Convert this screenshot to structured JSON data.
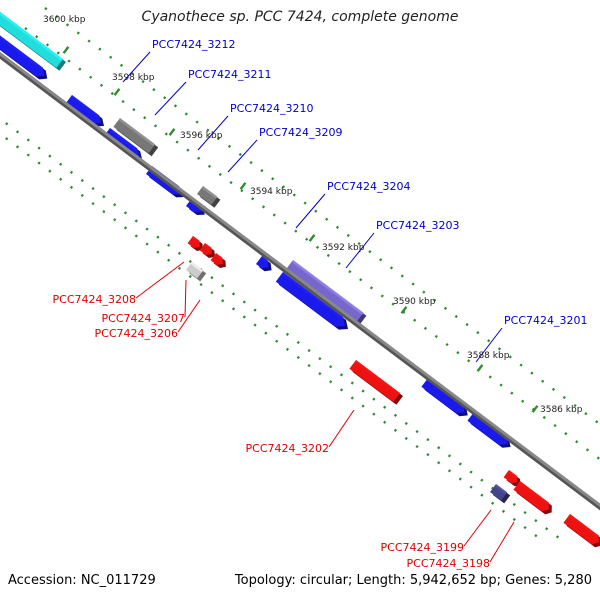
{
  "title": "Cyanothece sp. PCC 7424, complete genome",
  "footer": {
    "accession": "Accession: NC_011729",
    "summary": "Topology: circular; Length: 5,942,652 bp; Genes: 5,280"
  },
  "colors": {
    "background": "#ffffff",
    "backbone": "#888888",
    "tick": "#2e8b2e",
    "forward_label": "#0000cc",
    "reverse_label": "#dd0000",
    "gene_blue": "#1a1aee",
    "gene_red": "#ee1111",
    "gene_gray": "#777777",
    "gene_lightgray": "#cccccc",
    "gene_cyan": "#22dddd",
    "gene_purple": "#7766cc",
    "gene_navy": "#444488"
  },
  "ticks": [
    {
      "label": "3600 kbp"
    },
    {
      "label": "3598 kbp"
    },
    {
      "label": "3596 kbp"
    },
    {
      "label": "3594 kbp"
    },
    {
      "label": "3592 kbp"
    },
    {
      "label": "3590 kbp"
    },
    {
      "label": "3588 kbp"
    },
    {
      "label": "3586 kbp"
    }
  ],
  "genes": [
    {
      "color": "cyan",
      "strand": "forward"
    },
    {
      "color": "blue",
      "strand": "forward"
    },
    {
      "color": "blue",
      "strand": "forward"
    },
    {
      "color": "gray",
      "strand": "forward"
    },
    {
      "color": "blue",
      "strand": "forward"
    },
    {
      "color": "blue",
      "strand": "forward"
    },
    {
      "color": "gray",
      "strand": "forward"
    },
    {
      "color": "blue",
      "strand": "forward"
    },
    {
      "color": "red",
      "strand": "reverse"
    },
    {
      "color": "red",
      "strand": "reverse"
    },
    {
      "color": "red",
      "strand": "reverse"
    },
    {
      "color": "lightgray",
      "strand": "reverse"
    },
    {
      "color": "blue",
      "strand": "forward"
    },
    {
      "color": "purple",
      "strand": "forward"
    },
    {
      "color": "blue",
      "strand": "forward"
    },
    {
      "color": "red",
      "strand": "reverse"
    },
    {
      "color": "blue",
      "strand": "forward"
    },
    {
      "color": "blue",
      "strand": "forward"
    },
    {
      "color": "red",
      "strand": "reverse"
    },
    {
      "color": "navy",
      "strand": "forward"
    },
    {
      "color": "red",
      "strand": "reverse"
    },
    {
      "color": "red",
      "strand": "reverse"
    }
  ],
  "gene_labels": [
    {
      "text": "PCC7424_3212",
      "strand": "forward"
    },
    {
      "text": "PCC7424_3211",
      "strand": "forward"
    },
    {
      "text": "PCC7424_3210",
      "strand": "forward"
    },
    {
      "text": "PCC7424_3209",
      "strand": "forward"
    },
    {
      "text": "PCC7424_3204",
      "strand": "forward"
    },
    {
      "text": "PCC7424_3203",
      "strand": "forward"
    },
    {
      "text": "PCC7424_3201",
      "strand": "forward"
    },
    {
      "text": "PCC7424_3208",
      "strand": "reverse"
    },
    {
      "text": "PCC7424_3207",
      "strand": "reverse"
    },
    {
      "text": "PCC7424_3206",
      "strand": "reverse"
    },
    {
      "text": "PCC7424_3202",
      "strand": "reverse"
    },
    {
      "text": "PCC7424_3199",
      "strand": "reverse"
    },
    {
      "text": "PCC7424_3198",
      "strand": "reverse"
    }
  ]
}
